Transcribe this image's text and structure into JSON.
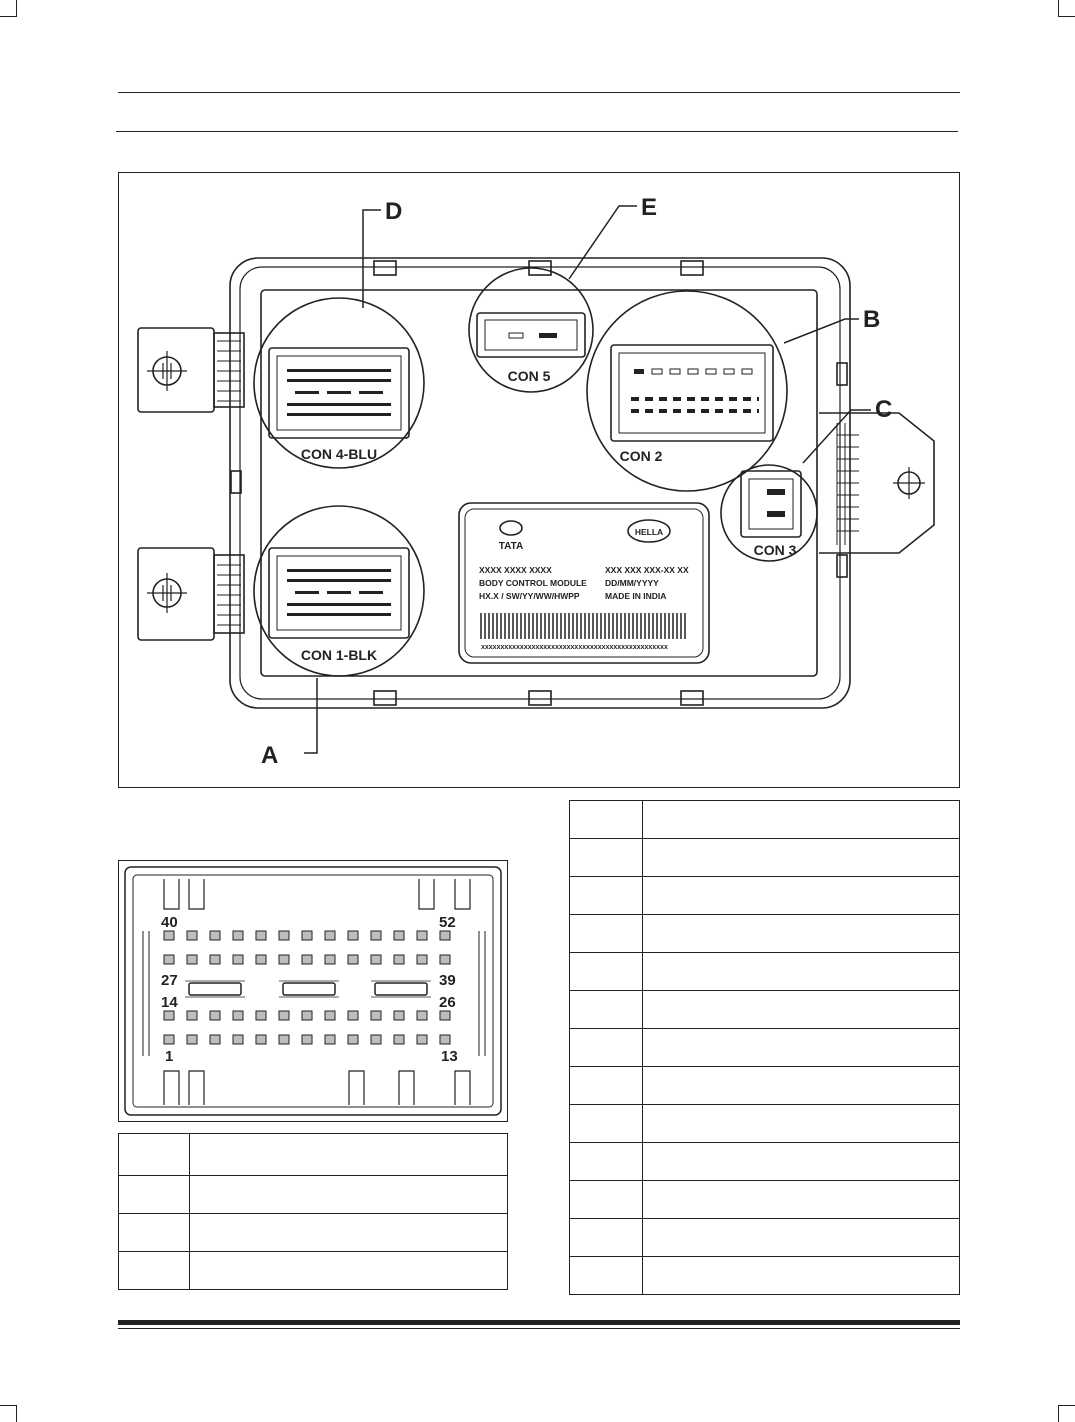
{
  "diagram": {
    "callouts": [
      "A",
      "B",
      "C",
      "D",
      "E"
    ],
    "connectors": {
      "con4": "CON 4-BLU",
      "con1": "CON 1-BLK",
      "con5": "CON 5",
      "con2": "CON 2",
      "con3": "CON 3"
    },
    "label": {
      "brand_left": "TATA",
      "brand_right": "HELLA",
      "line1_left": "XXXX XXXX XXXX",
      "line1_right": "XXX XXX XXX-XX XX",
      "line2_left": "BODY CONTROL MODULE",
      "line2_right": "DD/MM/YYYY",
      "line3_left": "HX.X / SW/YY/WW/HWPP",
      "line3_right": "MADE IN INDIA",
      "barcode_text": "xxxxxxxxxxxxxxxxxxxxxxxxxxxxxxxxxxxxxxxxxxxxxxxx"
    }
  },
  "pinout": {
    "pin_40": "40",
    "pin_52": "52",
    "pin_27": "27",
    "pin_39": "39",
    "pin_14": "14",
    "pin_26": "26",
    "pin_1": "1",
    "pin_13": "13"
  },
  "tables": {
    "left_rows": 4,
    "right_rows": 13
  }
}
